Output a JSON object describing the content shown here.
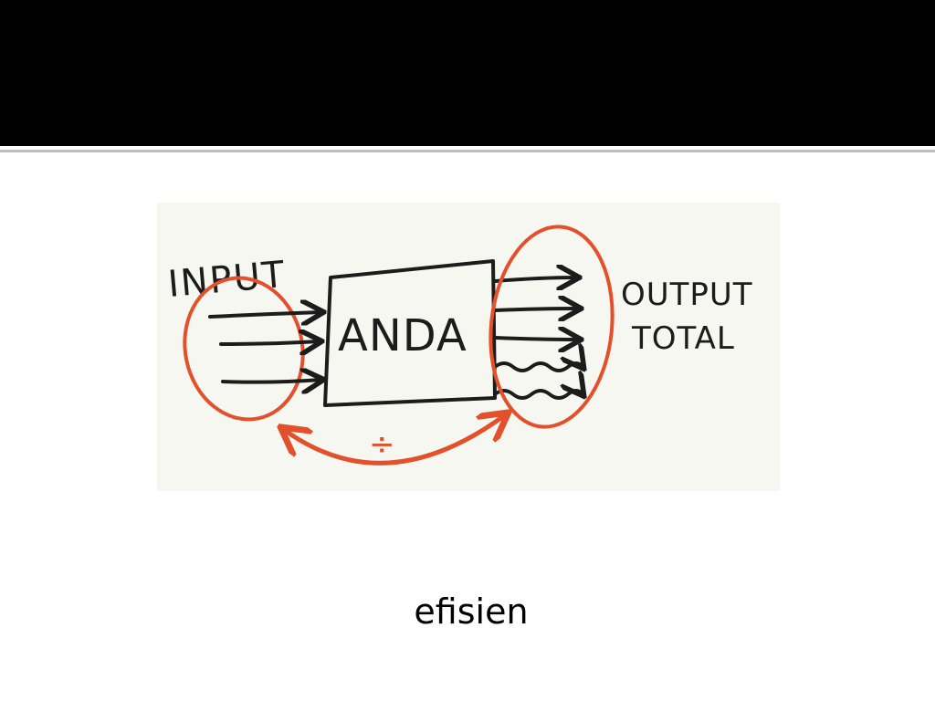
{
  "diagram": {
    "input_label": "INPUT",
    "center_label": "ANDA",
    "output_label_line1": "OUTPUT",
    "output_label_line2": "TOTAL",
    "divide_symbol": "÷",
    "colors": {
      "ink": "#1c1c1c",
      "highlight": "#e2512c",
      "paper": "#f7f7f2"
    },
    "icons": [
      "input-arrow-icon",
      "output-arrow-icon",
      "wavy-arrow-icon",
      "curved-double-arrow-icon",
      "ellipse-highlight-icon"
    ]
  },
  "caption": {
    "text": "efisien"
  }
}
